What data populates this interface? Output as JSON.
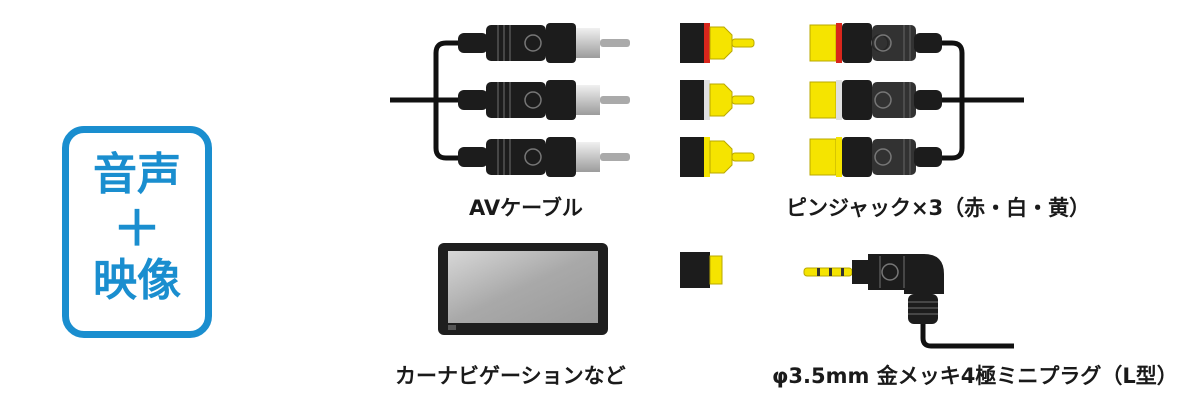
{
  "badge": {
    "line1": "音声",
    "line2": "＋",
    "line3": "映像",
    "color": "#1a8ecf"
  },
  "captions": {
    "av_cable": "AVケーブル",
    "pin_jacks": "ピンジャック×3（赤・白・黄）",
    "car_nav": "カーナビゲーションなど",
    "mini_plug": "φ3.5mm 金メッキ4極ミニプラグ（L型）"
  },
  "colors": {
    "red": "#d8261c",
    "white": "#d9d9d9",
    "yellow": "#f5e400",
    "plug_body": "#1c1c1c",
    "cable": "#111111"
  }
}
